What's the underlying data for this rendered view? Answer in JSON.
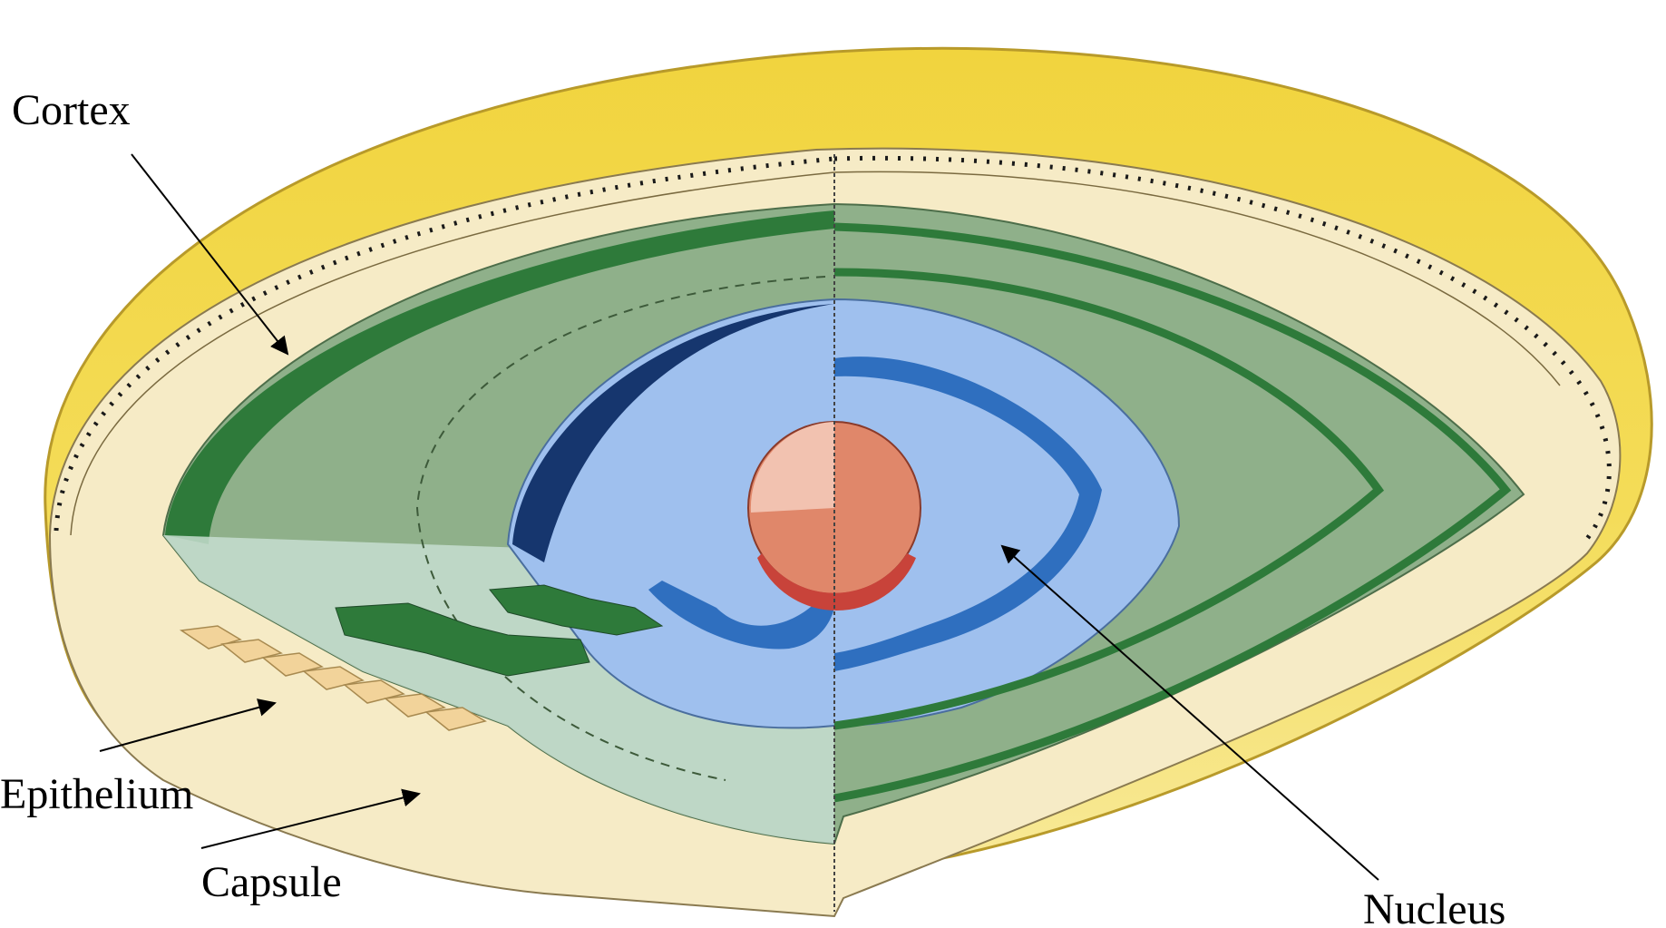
{
  "labels": {
    "cortex": "Cortex",
    "epithelium": "Epithelium",
    "capsule": "Capsule",
    "nucleus": "Nucleus"
  },
  "colors": {
    "capsule_yellow": "#F2D84A",
    "capsule_light": "#F8E88A",
    "cortex_cream": "#F6EBC6",
    "cortex_green": "#8FB08A",
    "dark_green_band": "#2E7A3A",
    "nucleus_blue": "#9FC0EE",
    "dark_blue_band": "#2F6FBF",
    "navy_crescent": "#16366E",
    "embryonic_core": "#E0876A",
    "core_pink": "#F2C2B0",
    "core_red": "#C8433A",
    "epithelial_cells": "#F2D39A",
    "leader_line": "#000000"
  }
}
